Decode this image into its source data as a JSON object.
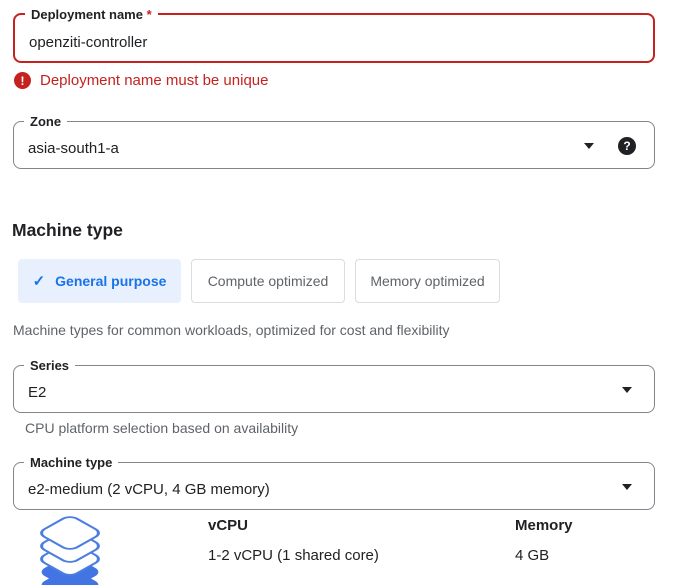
{
  "deployment": {
    "label": "Deployment name",
    "required": "*",
    "value": "openziti-controller",
    "error": "Deployment name must be unique"
  },
  "zone": {
    "label": "Zone",
    "value": "asia-south1-a"
  },
  "machine": {
    "heading": "Machine type",
    "tabs": [
      {
        "label": "General purpose",
        "selected": true
      },
      {
        "label": "Compute optimized",
        "selected": false
      },
      {
        "label": "Memory optimized",
        "selected": false
      }
    ],
    "description": "Machine types for common workloads, optimized for cost and flexibility",
    "series": {
      "label": "Series",
      "value": "E2"
    },
    "series_helper": "CPU platform selection based on availability",
    "machine_type": {
      "label": "Machine type",
      "value": "e2-medium (2 vCPU, 4 GB memory)"
    },
    "specs": {
      "vcpu_label": "vCPU",
      "vcpu_value": "1-2 vCPU (1 shared core)",
      "memory_label": "Memory",
      "memory_value": "4 GB"
    }
  },
  "icons": {
    "check": "✓",
    "help": "?",
    "error": "!"
  },
  "colors": {
    "error_red": "#c5221f",
    "accent_blue": "#1a73e8",
    "selected_tab_bg": "#e8f0fe",
    "text_dark": "#202124",
    "text_gray": "#5f6368",
    "field_border": "#80868b",
    "layers_blue": "#4274e3"
  }
}
